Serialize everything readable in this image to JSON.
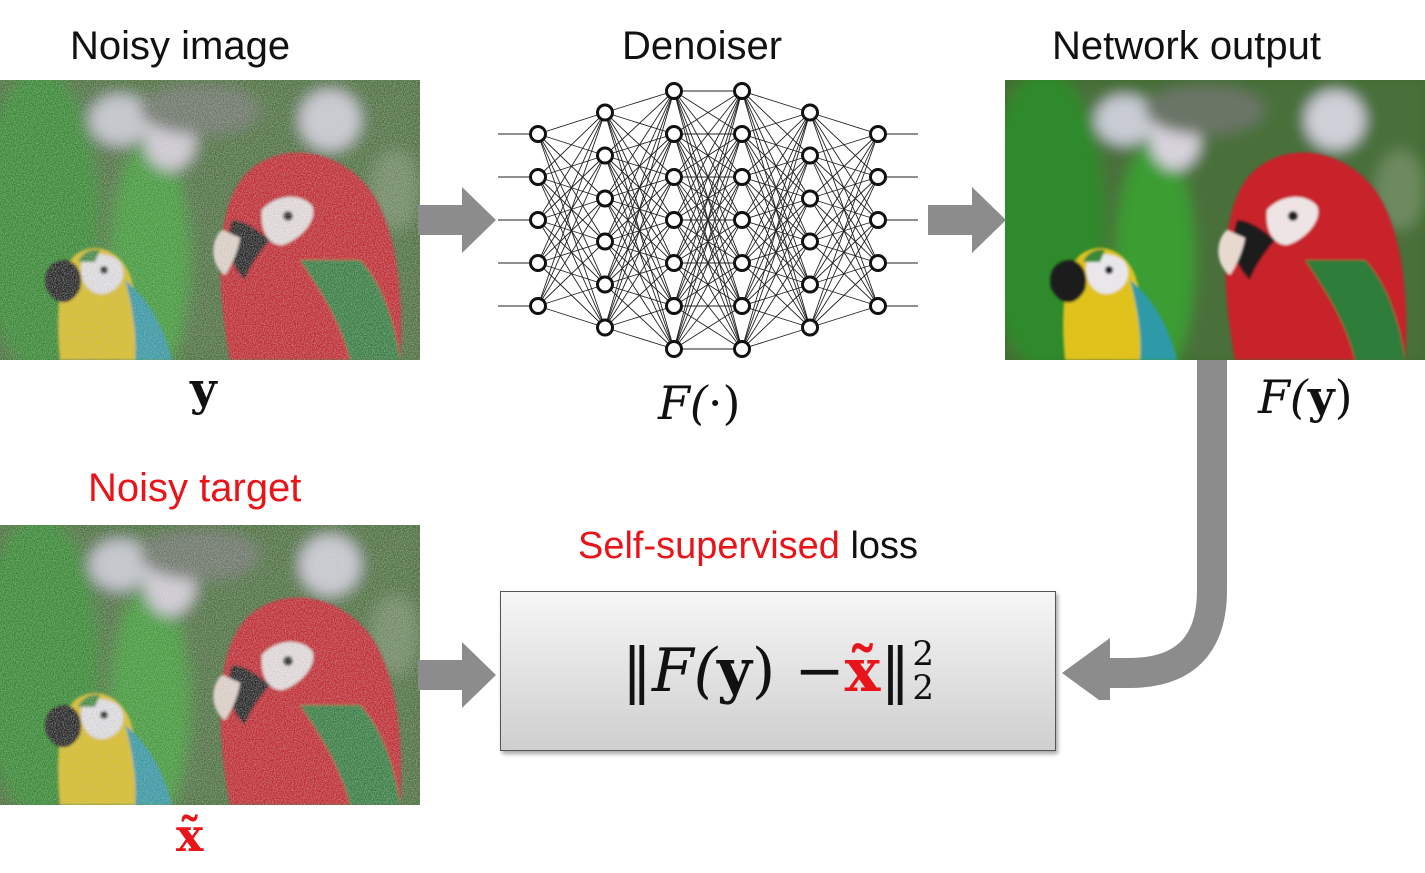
{
  "colors": {
    "accent": "#e8141a",
    "arrow": "#8c8c8c",
    "text": "#111111"
  },
  "labels": {
    "noisy_image": "Noisy image",
    "denoiser": "Denoiser",
    "network_output": "Network output",
    "noisy_target": "Noisy target",
    "loss_highlight": "Self-supervised",
    "loss_word": "loss"
  },
  "math": {
    "input_symbol": "y",
    "denoiser_fn_prefix": "F(",
    "denoiser_fn_arg": "·",
    "denoiser_fn_suffix": ")",
    "output_prefix": "F(",
    "output_arg": "y",
    "output_suffix": ")",
    "target_symbol": "x̃",
    "loss_open": "‖F(",
    "loss_y": "y",
    "loss_minus": ") − ",
    "loss_x": "x̃",
    "loss_close": "‖",
    "loss_sup": "2",
    "loss_sub": "2"
  },
  "network": {
    "layers": [
      5,
      6,
      7,
      7,
      6,
      5
    ]
  },
  "images": [
    {
      "name": "noisy-image",
      "noise": true
    },
    {
      "name": "network-output-image",
      "noise": false
    },
    {
      "name": "noisy-target-image",
      "noise": true
    }
  ]
}
